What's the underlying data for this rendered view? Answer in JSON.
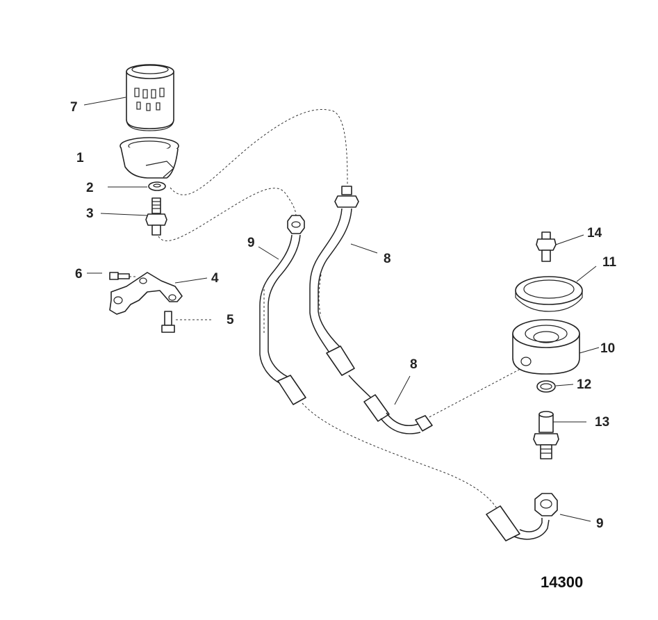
{
  "figure_number": "14300",
  "callouts": [
    {
      "id": "7",
      "part": "oil-filter"
    },
    {
      "id": "1",
      "part": "filter-adapter"
    },
    {
      "id": "2",
      "part": "adapter-washer"
    },
    {
      "id": "3",
      "part": "adapter-fitting"
    },
    {
      "id": "6",
      "part": "bracket-screw"
    },
    {
      "id": "4",
      "part": "mounting-bracket"
    },
    {
      "id": "5",
      "part": "bracket-bolt"
    },
    {
      "id": "9",
      "part": "oil-line-upper"
    },
    {
      "id": "8",
      "part": "oil-line-upper"
    },
    {
      "id": "8",
      "part": "oil-line-lower"
    },
    {
      "id": "14",
      "part": "nipple-fitting"
    },
    {
      "id": "11",
      "part": "seal-ring"
    },
    {
      "id": "10",
      "part": "sandwich-adapter"
    },
    {
      "id": "12",
      "part": "o-ring"
    },
    {
      "id": "13",
      "part": "center-stud"
    },
    {
      "id": "9",
      "part": "oil-line-lower"
    }
  ]
}
